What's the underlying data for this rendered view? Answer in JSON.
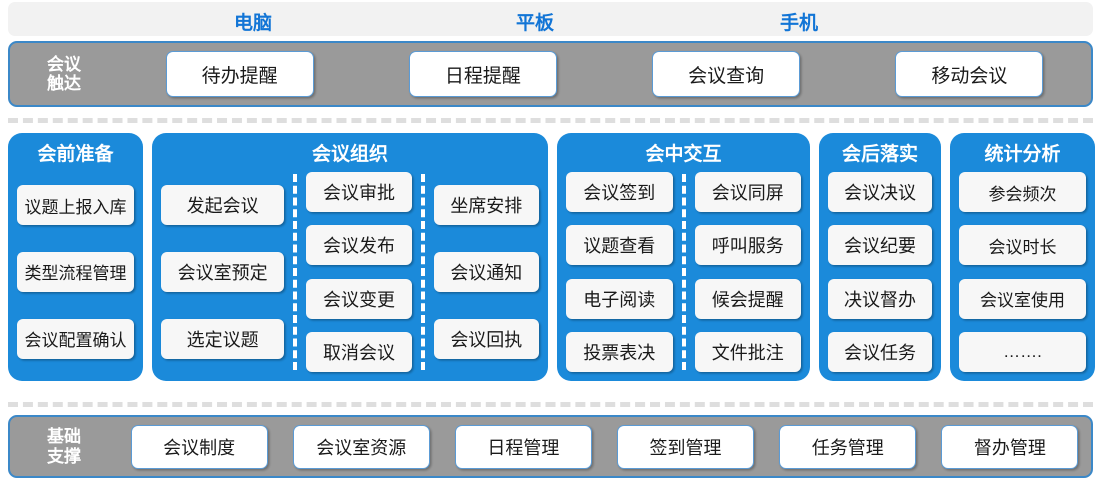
{
  "devices": [
    {
      "label": "电脑"
    },
    {
      "label": "平板"
    },
    {
      "label": "手机"
    }
  ],
  "reach_bar": {
    "caption": "会议\n触达",
    "items": [
      {
        "label": "待办提醒"
      },
      {
        "label": "日程提醒"
      },
      {
        "label": "会议查询"
      },
      {
        "label": "移动会议"
      }
    ]
  },
  "panels": [
    {
      "title": "会前准备",
      "columns": [
        {
          "items": [
            {
              "label": "议题上报入库"
            },
            {
              "label": "类型流程管理"
            },
            {
              "label": "会议配置确认"
            }
          ]
        }
      ]
    },
    {
      "title": "会议组织",
      "columns": [
        {
          "items": [
            {
              "label": "发起会议"
            },
            {
              "label": "会议室预定"
            },
            {
              "label": "选定议题"
            }
          ]
        },
        {
          "items": [
            {
              "label": "会议审批"
            },
            {
              "label": "会议发布"
            },
            {
              "label": "会议变更"
            },
            {
              "label": "取消会议"
            }
          ]
        },
        {
          "items": [
            {
              "label": "坐席安排"
            },
            {
              "label": "会议通知"
            },
            {
              "label": "会议回执"
            }
          ]
        }
      ]
    },
    {
      "title": "会中交互",
      "columns": [
        {
          "items": [
            {
              "label": "会议签到"
            },
            {
              "label": "议题查看"
            },
            {
              "label": "电子阅读"
            },
            {
              "label": "投票表决"
            }
          ]
        },
        {
          "items": [
            {
              "label": "会议同屏"
            },
            {
              "label": "呼叫服务"
            },
            {
              "label": "候会提醒"
            },
            {
              "label": "文件批注"
            }
          ]
        }
      ]
    },
    {
      "title": "会后落实",
      "columns": [
        {
          "items": [
            {
              "label": "会议决议"
            },
            {
              "label": "会议纪要"
            },
            {
              "label": "决议督办"
            },
            {
              "label": "会议任务"
            }
          ]
        }
      ]
    },
    {
      "title": "统计分析",
      "columns": [
        {
          "items": [
            {
              "label": "参会频次"
            },
            {
              "label": "会议时长"
            },
            {
              "label": "会议室使用"
            },
            {
              "label": "……."
            }
          ]
        }
      ]
    }
  ],
  "foundation_bar": {
    "caption": "基础\n支撑",
    "items": [
      {
        "label": "会议制度"
      },
      {
        "label": "会议室资源"
      },
      {
        "label": "日程管理"
      },
      {
        "label": "签到管理"
      },
      {
        "label": "任务管理"
      },
      {
        "label": "督办管理"
      }
    ]
  },
  "colors": {
    "panel_blue": "#1b8ada",
    "bar_gray": "#9a9a9a",
    "chip_border_blue": "#5b9bd5",
    "device_text_blue": "#1275d6",
    "strip_gray": "#f2f2f2",
    "divider_gray": "#dedede"
  }
}
